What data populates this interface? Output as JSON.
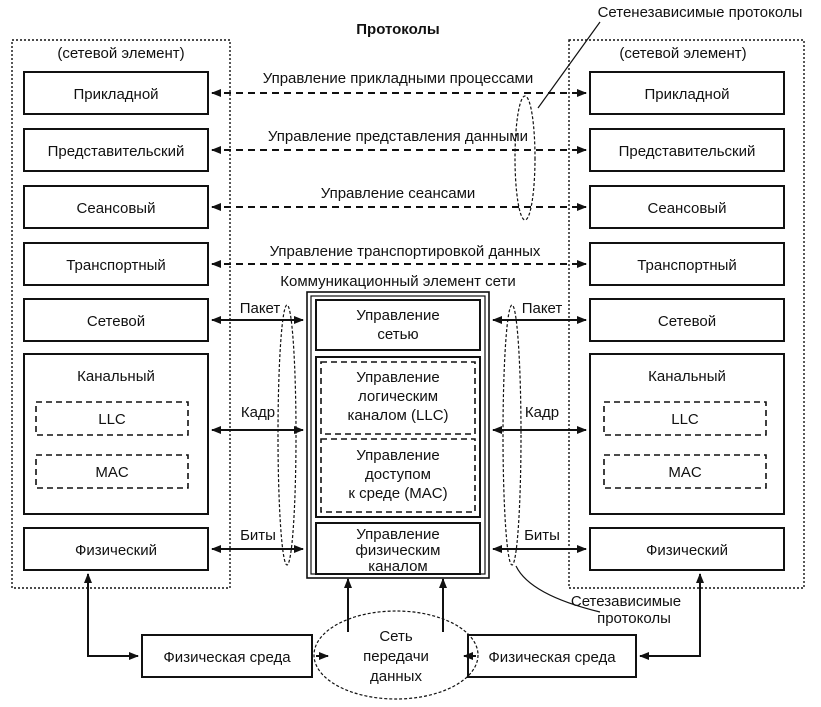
{
  "title": "Протоколы",
  "independent_label": "Сетенезависимые протоколы",
  "dependent_label_line1": "Сетезависимые",
  "dependent_label_line2": "протоколы",
  "element_label": "(сетевой элемент)",
  "layers": {
    "application": "Прикладной",
    "presentation": "Представительский",
    "session": "Сеансовый",
    "transport": "Транспортный",
    "network": "Сетевой",
    "datalink": "Канальный",
    "llc": "LLC",
    "mac": "MAC",
    "physical": "Физический"
  },
  "protocols": {
    "application": "Управление прикладными процессами",
    "presentation": "Управление представления данными",
    "session": "Управление сеансами",
    "transport": "Управление транспортировкой данных"
  },
  "comm_element_title": "Коммуникационный элемент сети",
  "comm": {
    "network_l1": "Управление",
    "network_l2": "сетью",
    "llc_l1": "Управление",
    "llc_l2": "логическим",
    "llc_l3": "каналом (LLC)",
    "mac_l1": "Управление",
    "mac_l2": "доступом",
    "mac_l3": "к среде (MAC)",
    "phys_l1": "Управление",
    "phys_l2": "физическим",
    "phys_l3": "каналом"
  },
  "units": {
    "packet": "Пакет",
    "frame": "Кадр",
    "bits": "Биты"
  },
  "medium": "Физическая среда",
  "network": {
    "l1": "Сеть",
    "l2": "передачи",
    "l3": "данных"
  }
}
